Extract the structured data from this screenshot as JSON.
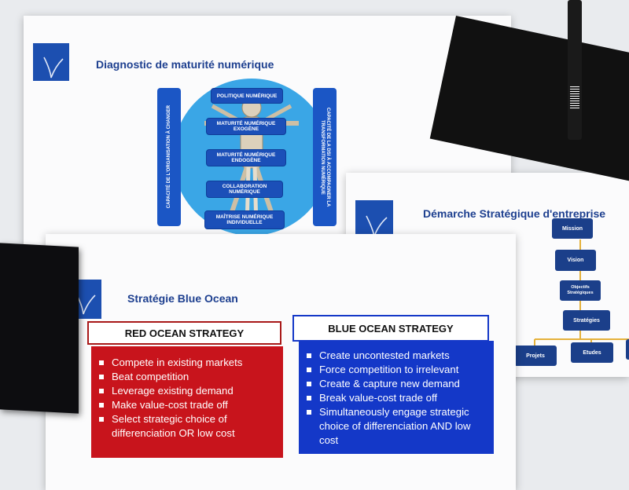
{
  "sheet1": {
    "title": "Diagnostic de maturité numérique",
    "left_bar": "CAPACITÉ DE L'ORGANISATION À CHANGER",
    "right_bar": "CAPACITÉ DE LA DSI À ACCOMPAGNER LA TRANSFORMATION NUMÉRIQUE",
    "levels": [
      "POLITIQUE NUMÉRIQUE",
      "MATURITÉ NUMÉRIQUE EXOGÈNE",
      "MATURITÉ NUMÉRIQUE ENDOGÈNE",
      "COLLABORATION NUMÉRIQUE",
      "MAÎTRISE NUMÉRIQUE INDIVIDUELLE"
    ]
  },
  "sheet2": {
    "title": "Démarche Stratégique d'entreprise",
    "chain": [
      "Mission",
      "Vision",
      "Objectifs Stratégiques",
      "Stratégies"
    ],
    "branches": [
      "Projets",
      "Etudes"
    ]
  },
  "sheet3": {
    "title": "Stratégie Blue Ocean",
    "red": {
      "header": "RED OCEAN STRATEGY",
      "items": [
        "Compete in existing markets",
        "Beat competition",
        "Leverage existing demand",
        "Make value-cost trade off",
        "Select strategic choice of differenciation OR low cost"
      ]
    },
    "blue": {
      "header": "BLUE OCEAN STRATEGY",
      "items": [
        "Create uncontested markets",
        "Force competition to irrelevant",
        "Create & capture new demand",
        "Break value-cost trade off",
        "Simultaneously engage strategic choice of differenciation AND low cost"
      ]
    }
  },
  "colors": {
    "brand_blue": "#1c4fb0",
    "red_panel": "#c8141c",
    "blue_panel": "#1438c8",
    "title_blue": "#1d3f8f"
  }
}
